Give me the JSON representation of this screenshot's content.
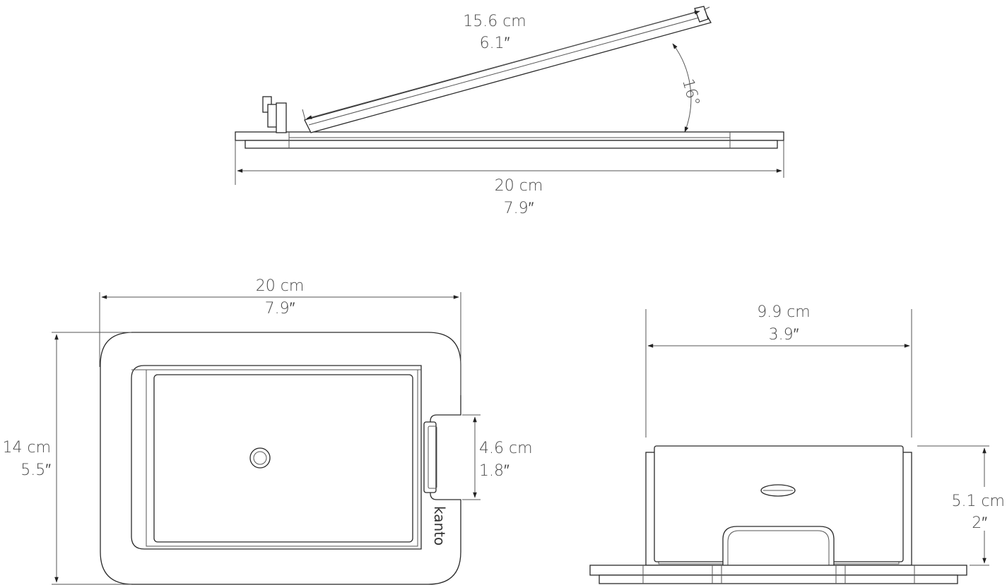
{
  "side_view": {
    "plate_length_cm": "15.6 cm",
    "plate_length_in": "6.1″",
    "angle": "16°",
    "base_length_cm": "20 cm",
    "base_length_in": "7.9″"
  },
  "top_view": {
    "width_cm": "20 cm",
    "width_in": "7.9″",
    "depth_cm": "14 cm",
    "depth_in": "5.5″",
    "slot_cm": "4.6 cm",
    "slot_in": "1.8″",
    "logo": "kanto"
  },
  "front_view": {
    "width_cm": "9.9 cm",
    "width_in": "3.9″",
    "height_cm": "5.1 cm",
    "height_in": "2″"
  }
}
